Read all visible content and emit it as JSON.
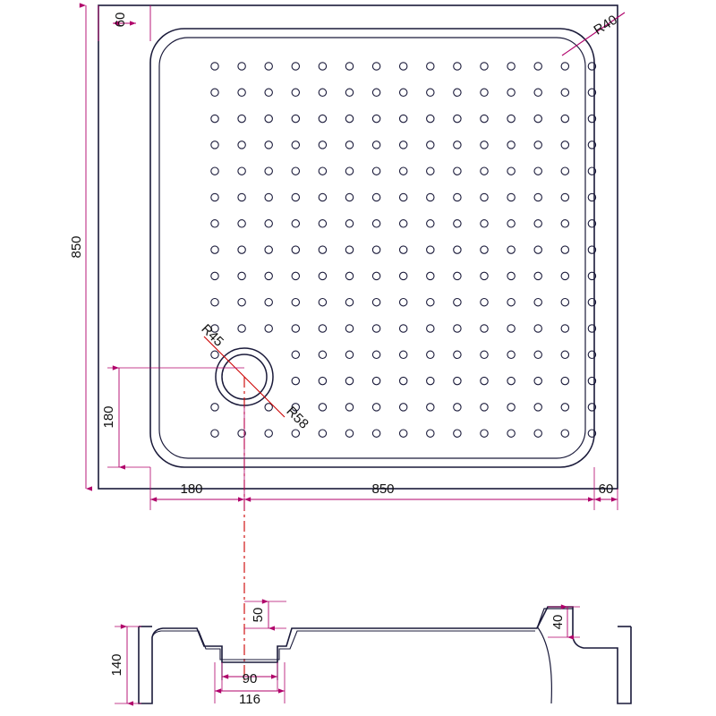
{
  "drawing": {
    "title": "Shower tray technical drawing",
    "colors": {
      "outline": "#1a1a3a",
      "dimension": "#b0006a",
      "centerline": "#cc0000",
      "hatch": "#333333",
      "text": "#111111"
    },
    "plan_view": {
      "name": "top-plan-view",
      "dimensions": {
        "top_left_edge": "60",
        "corner_radius_outer": "R40",
        "height_overall": "850",
        "width_overall": "850",
        "drain_offset_left": "180",
        "drain_offset_bottom": "180",
        "right_edge": "60",
        "drain_radius_inner": "R45",
        "drain_radius_outer": "R58"
      }
    },
    "section_view": {
      "name": "front-section-view",
      "dimensions": {
        "drain_depth": "50",
        "tray_height": "140",
        "lip_height": "40",
        "drain_bore": "90",
        "drain_outer": "116"
      }
    }
  }
}
